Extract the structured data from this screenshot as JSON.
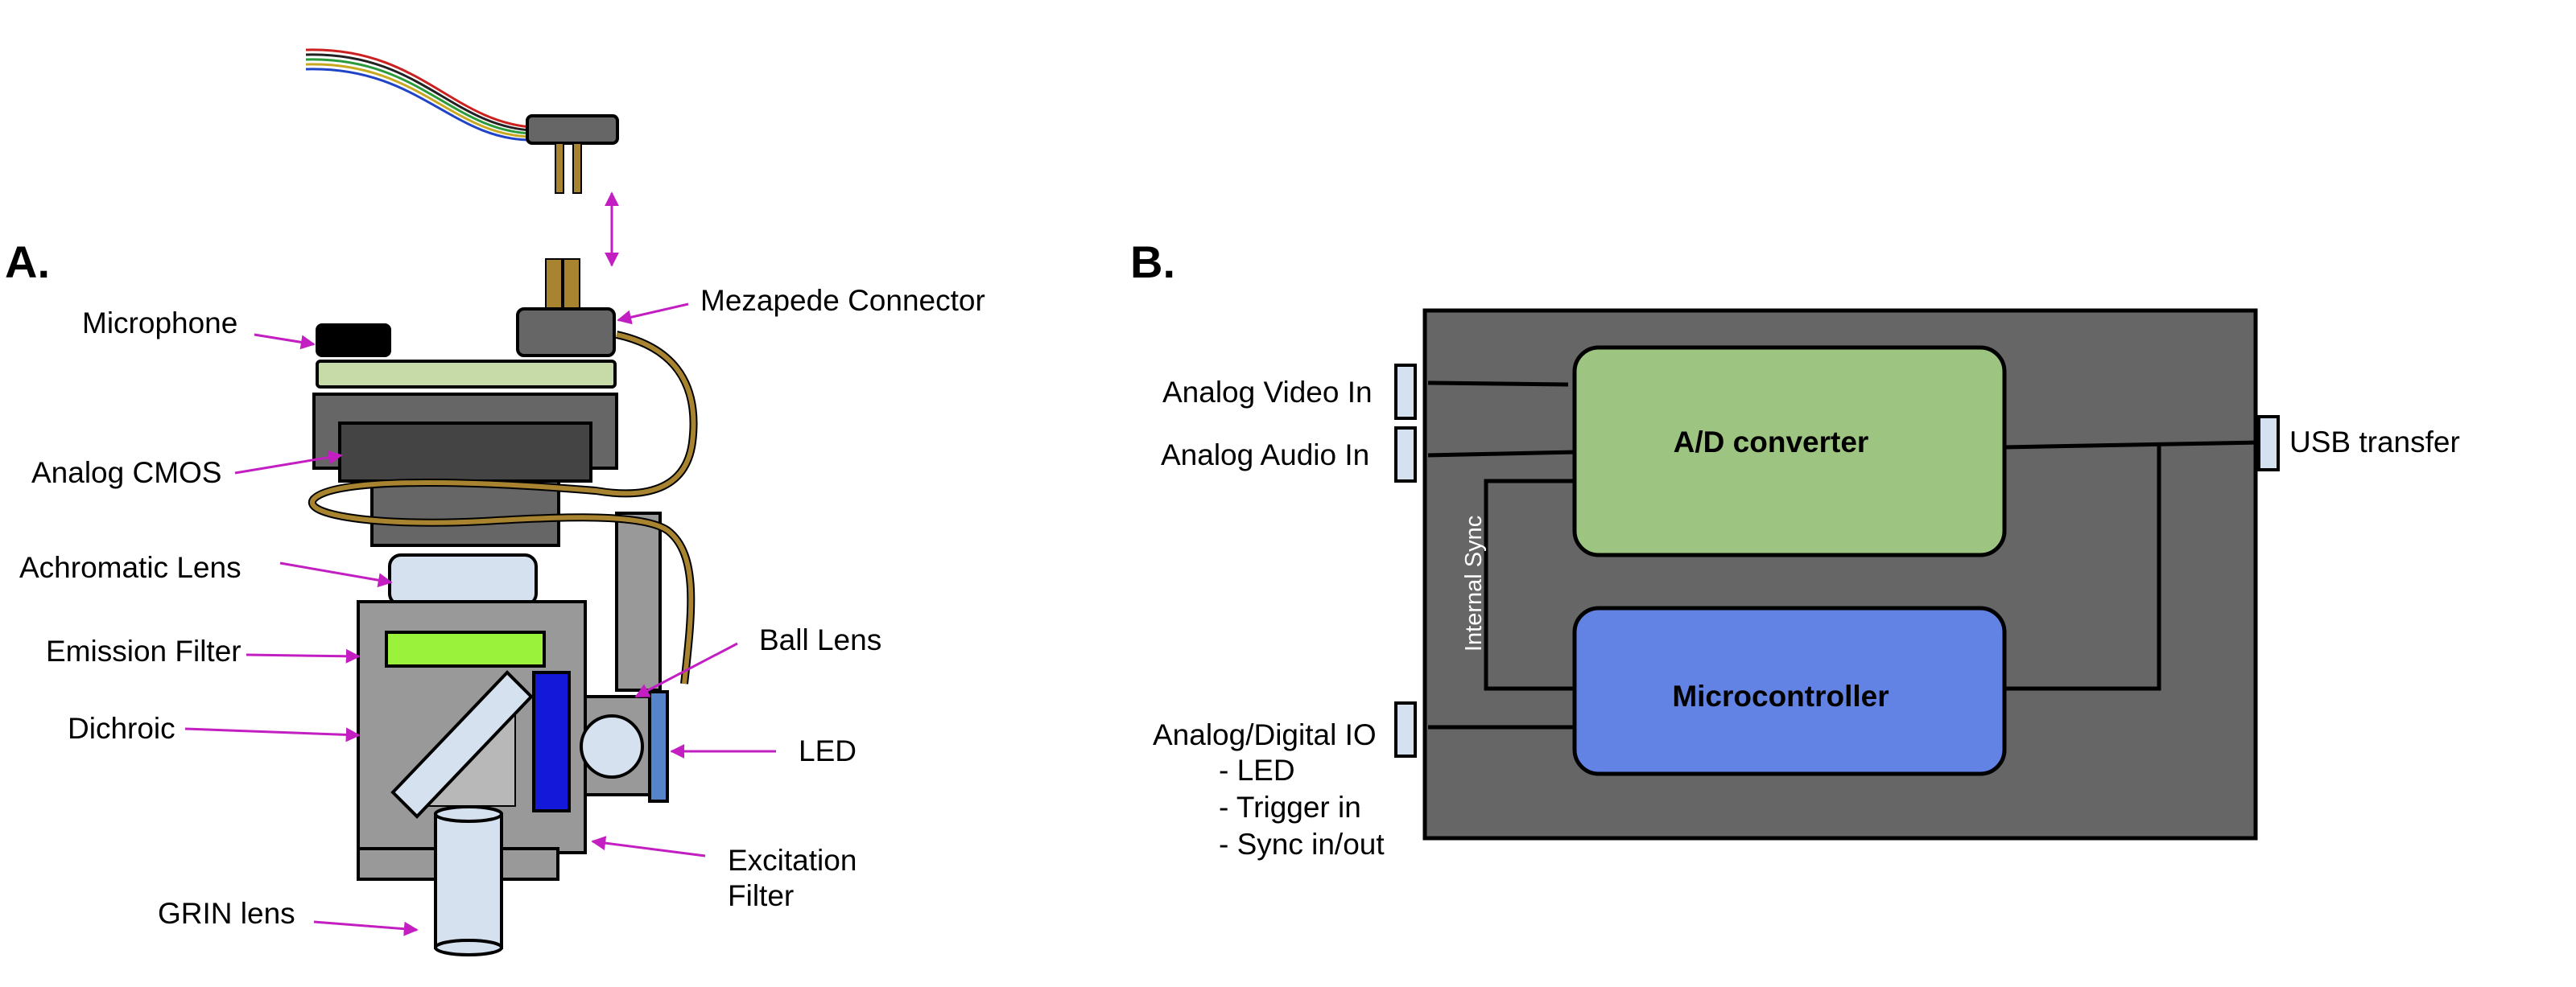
{
  "panel_a": {
    "title": "A.",
    "labels": {
      "microphone": "Microphone",
      "connector": "Mezapede Connector",
      "cmos": "Analog CMOS",
      "achromatic": "Achromatic Lens",
      "emission": "Emission Filter",
      "dichroic": "Dichroic",
      "ball_lens": "Ball Lens",
      "led": "LED",
      "excitation_1": "Excitation",
      "excitation_2": "Filter",
      "grin": "GRIN lens"
    }
  },
  "panel_b": {
    "title": "B.",
    "inputs": {
      "video": "Analog Video In",
      "audio": "Analog Audio In",
      "io": "Analog/Digital IO",
      "io_items": [
        "- LED",
        "- Trigger in",
        "- Sync in/out"
      ]
    },
    "output": "USB transfer",
    "blocks": {
      "adc": "A/D converter",
      "mcu": "Microcontroller"
    },
    "sync_label": "Internal Sync"
  },
  "colors": {
    "arrow": "#c21ec2",
    "board": "#666666",
    "adc": "#9ec481",
    "mcu": "#6283e3",
    "optic": "#d6e1f0",
    "emission_filter": "#9af23b",
    "blue_filter": "#1418d8",
    "led": "#5585c8",
    "cable": "#a88430"
  }
}
